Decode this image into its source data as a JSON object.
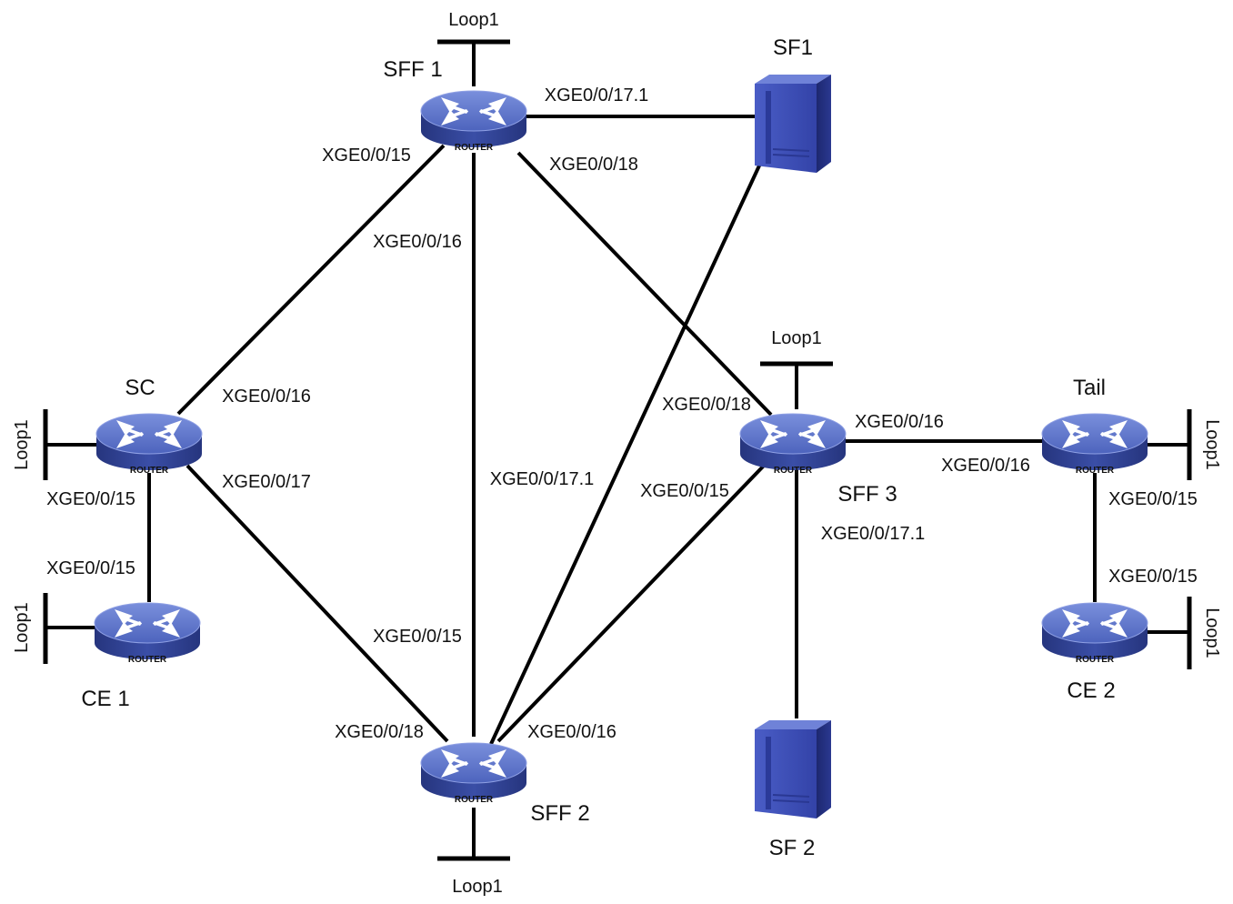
{
  "colors": {
    "router_top": "#5a73c8",
    "router_side": "#2f3f8f",
    "router_text": "#ffffff",
    "server_front": "#3a4db8",
    "server_side": "#1f2a78",
    "server_top": "#6e80d6",
    "line": "#000000"
  },
  "router_badge": "ROUTER",
  "nodes": {
    "sff1": {
      "label": "SFF 1"
    },
    "sf1": {
      "label": "SF1"
    },
    "sc": {
      "label": "SC"
    },
    "ce1": {
      "label": "CE 1"
    },
    "sff2": {
      "label": "SFF 2"
    },
    "sff3": {
      "label": "SFF 3"
    },
    "sf2": {
      "label": "SF 2"
    },
    "tail": {
      "label": "Tail"
    },
    "ce2": {
      "label": "CE 2"
    }
  },
  "loopbacks": {
    "sff1": "Loop1",
    "sff3": "Loop1",
    "sc": "Loop1",
    "ce1": "Loop1",
    "sff2": "Loop1",
    "tail": "Loop1",
    "ce2": "Loop1"
  },
  "ports": {
    "sff1_sf1": "XGE0/0/17.1",
    "sff1_sc": "XGE0/0/15",
    "sff1_sff3": "XGE0/0/18",
    "sff1_sff2": "XGE0/0/16",
    "sc_sff1": "XGE0/0/16",
    "sc_sff2": "XGE0/0/17",
    "sc_ce1": "XGE0/0/15",
    "ce1_sc": "XGE0/0/15",
    "sff2_sc": "XGE0/0/18",
    "sff2_sff1": "XGE0/0/15",
    "sff2_sf1": "XGE0/0/17.1",
    "sff2_sff3": "XGE0/0/16",
    "sff3_sff1": "XGE0/0/18",
    "sff3_sff2": "XGE0/0/15",
    "sff3_tail": "XGE0/0/16",
    "sff3_sf2": "XGE0/0/17.1",
    "tail_sff3": "XGE0/0/16",
    "tail_ce2": "XGE0/0/15",
    "ce2_tail": "XGE0/0/15"
  }
}
